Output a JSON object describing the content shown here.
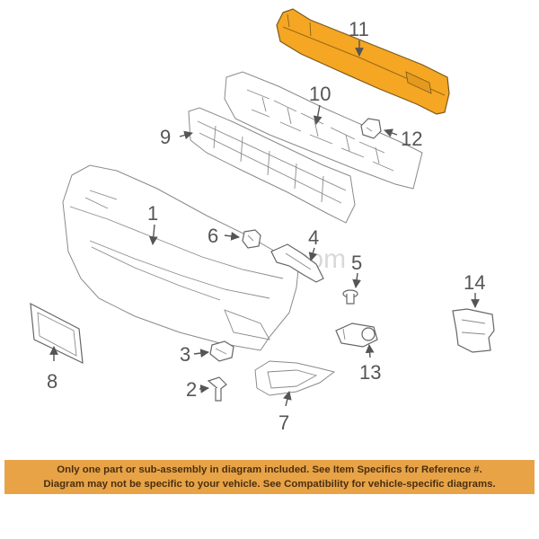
{
  "watermark": "Partomotive.com",
  "highlight_color": "#f5a623",
  "notice_color": "#e8a347",
  "callouts": {
    "c1": "1",
    "c2": "2",
    "c3": "3",
    "c4": "4",
    "c5": "5",
    "c6": "6",
    "c7": "7",
    "c8": "8",
    "c9": "9",
    "c10": "10",
    "c11": "11",
    "c12": "12",
    "c13": "13",
    "c14": "14"
  },
  "notice": {
    "line1": "Only one part or sub-assembly in diagram included. See Item Specifics for Reference #.",
    "line2": "Diagram may not be specific to your vehicle. See Compatibility for vehicle-specific diagrams."
  }
}
